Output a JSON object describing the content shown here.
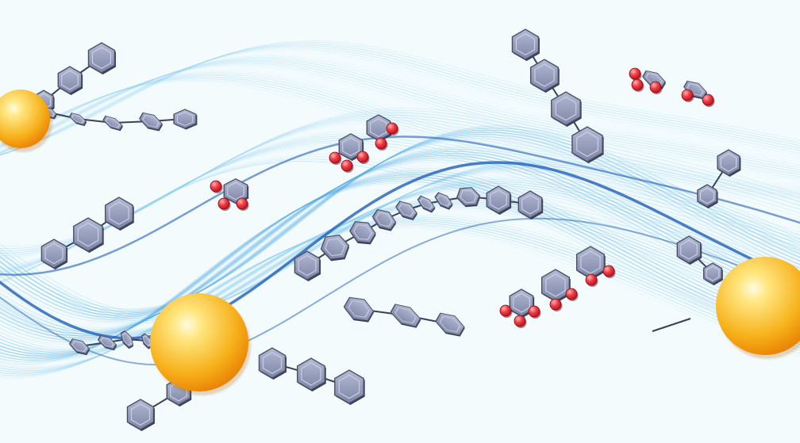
{
  "scene": {
    "description_free": true,
    "colors": {
      "background": "#f3fbfd",
      "wave_light": "#8fd0f0",
      "wave_mid": "#4fa9e4",
      "wave_dark": "#1f5fb8",
      "ring_fill": "#8f97b8",
      "ring_edge": "#4a4f66",
      "ring_inner": "#c9cee0",
      "oxygen": "#e8303a",
      "gold_light": "#ffe680",
      "gold_mid": "#f7b21c",
      "gold_dark": "#e87a00"
    },
    "elements": {
      "gold_nanoparticle_icon": "gold-sphere",
      "benzene_ring_icon": "hexagon",
      "oxygen_atom_icon": "red-sphere",
      "flow_wave_icon": "blue-ribbon"
    }
  }
}
